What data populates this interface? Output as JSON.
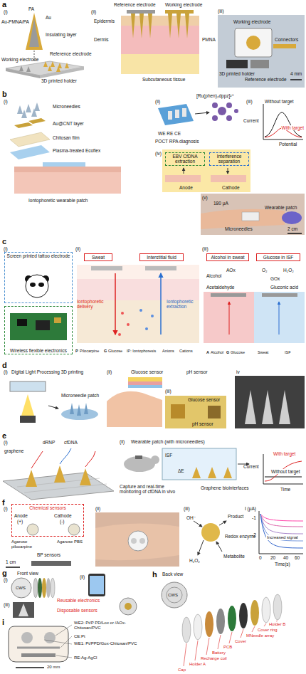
{
  "diagram": {
    "nodes": [
      {
        "text": [
          "EBV CfDNA extraction"
        ]
      },
      {
        "text": [
          "Interference separation"
        ]
      },
      {
        "text": [
          "Screen printed tattoo electrode"
        ]
      },
      {
        "text": [
          "Wireless flexible electronics"
        ]
      },
      {
        "text": [
          "Sweat"
        ]
      },
      {
        "text": [
          "Interstitial fluid"
        ]
      },
      {
        "text": [
          "Alcohol in sweat"
        ]
      },
      {
        "text": [
          "Glucose in ISF"
        ]
      },
      {
        "text": [
          "Chemical sensors"
        ]
      }
    ],
    "labels": [
      "a",
      "(i)",
      "PA",
      "Au-PMNA/PA",
      "Au",
      "Insulating layer",
      "Working electrode",
      "Reference electrode",
      "3D printed holder",
      "(ii)",
      "Reference electrode",
      "Working electrode",
      "Epidermis",
      "Dermis",
      "PMNA",
      "Subcutaneous tissue",
      "(iii)",
      "Working electrode",
      "Connectors",
      "3D printed holder",
      "Reference electrode",
      "4 mm",
      "b",
      "(i)",
      "Microneedles",
      "Au@CNT layer",
      "Chitosan film",
      "Plasma-treated Ecoflex",
      "Iontophoretic wearable patch",
      "(ii)",
      "WE RE CE",
      "POCT RPA diagnosis",
      "[Ru(phen)₂dppz]²⁺",
      "(iii)",
      "Without target",
      "Current",
      "With target",
      "Potential",
      "(iv)",
      "Anode",
      "Cathode",
      "(v)",
      "180 μA",
      "Wearable patch",
      "Microneedles",
      "2 cm",
      "c",
      "(i)",
      "(ii)",
      "Iontophoretic delivery",
      "Iontophoretic extraction",
      "P",
      "Pilocarpine",
      "G",
      "Glucose",
      "IP: Iontophoresis",
      "Anions",
      "Cations",
      "(iii)",
      "Alcohol",
      "AOx",
      "Acetaldehyde",
      "O₂",
      "H₂O₂",
      "GOx",
      "Gluconic acid",
      "A",
      "Alcohol",
      "G",
      "Glucose",
      "Sweat",
      "ISF",
      "d",
      "(i)",
      "Digital Light Processing 3D printing",
      "Microneedle patch",
      "(ii)",
      "Glucose sensor",
      "pH sensor",
      "(iii)",
      "Glucose sensor",
      "pH sensor",
      "iv",
      "e",
      "(i)",
      "graphene",
      "dRNP",
      "cfDNA",
      "(ii)",
      "Wearable patch (with microneedles)",
      "ISF",
      "ΔE",
      "Capture and real-time monitoring of cfDNA in vivo",
      "Graphene biointerfaces",
      "With target",
      "Without target",
      "Current",
      "Time",
      "f",
      "(i)",
      "Anode",
      "(+)",
      "Cathode",
      "(-)",
      "Agarose pilocarpine",
      "Agarose PBS",
      "BP sensors",
      "1 cm",
      "(ii)",
      "(iii)",
      "OH⁻",
      "Redox enzyme",
      "Product",
      "Metabolite",
      "H₂O₂",
      "Increased signal",
      "I (μA)",
      "Time(s)",
      "-1",
      "-2",
      "0",
      "20",
      "40",
      "60",
      "g",
      "(i)",
      "Front view",
      "CWS",
      "(ii)",
      "(iii)",
      "Reusable electronics",
      "Disposable sensors",
      "h",
      "Back view",
      "CWS",
      "Cap",
      "Holder A",
      "Recharge coil",
      "Battery",
      "PCB",
      "Cover",
      "MNeedle array",
      "Cover ring",
      "Holder B",
      "i",
      "WE2: Pt/P PD/Lox or /AOx-Chitosan/PVC",
      "CE:Pt",
      "WE1: Pt/PPD/Gox-Chitosan/PVC",
      "RE:Ag-AgCl",
      "20 mm"
    ]
  }
}
